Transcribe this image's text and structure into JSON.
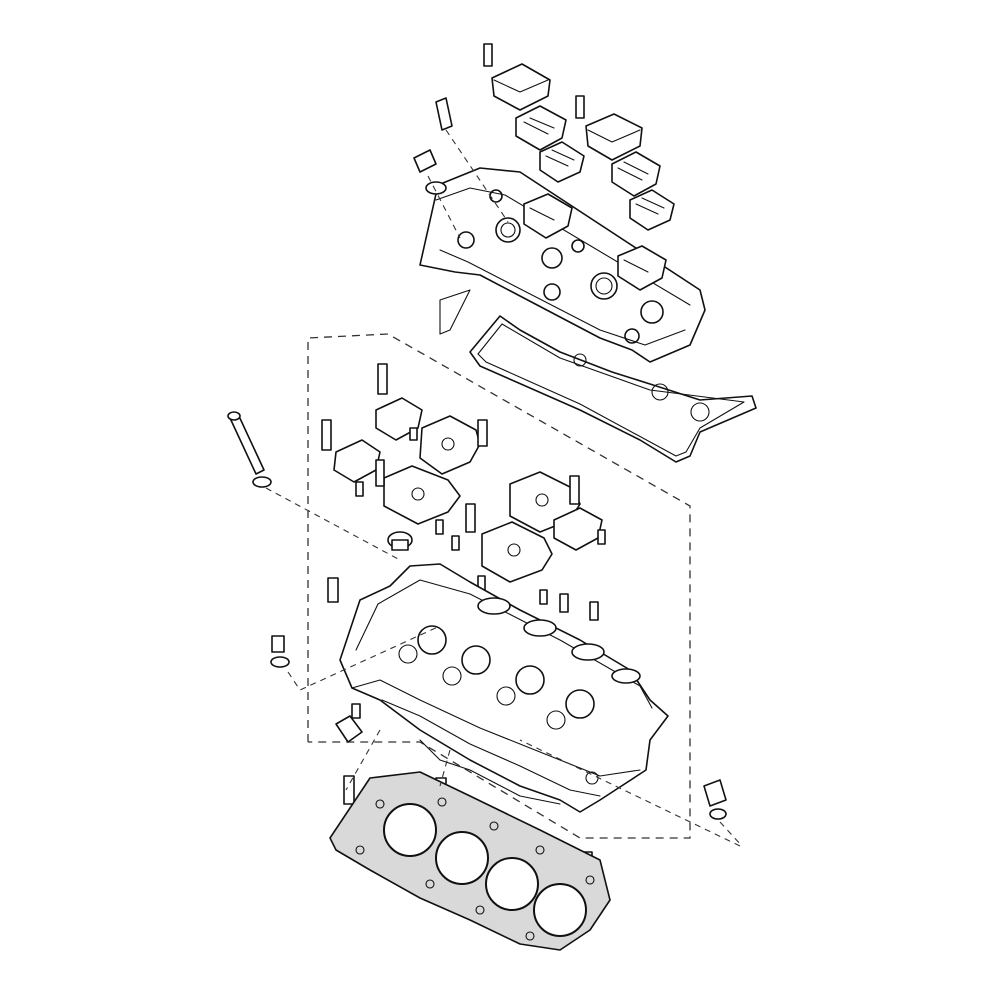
{
  "diagram": {
    "parts": [
      {
        "name": "cylinder-head-cover"
      },
      {
        "name": "head-cover-gasket"
      },
      {
        "name": "cylinder-head"
      },
      {
        "name": "cylinder-head-gasket"
      },
      {
        "name": "camshaft-holders"
      },
      {
        "name": "spark-plug-cap-covers"
      },
      {
        "name": "bolts-washers-dowels"
      }
    ],
    "colors": {
      "line": "#111111",
      "gasket_fill": "#d9d9d9",
      "background": "#ffffff"
    }
  }
}
